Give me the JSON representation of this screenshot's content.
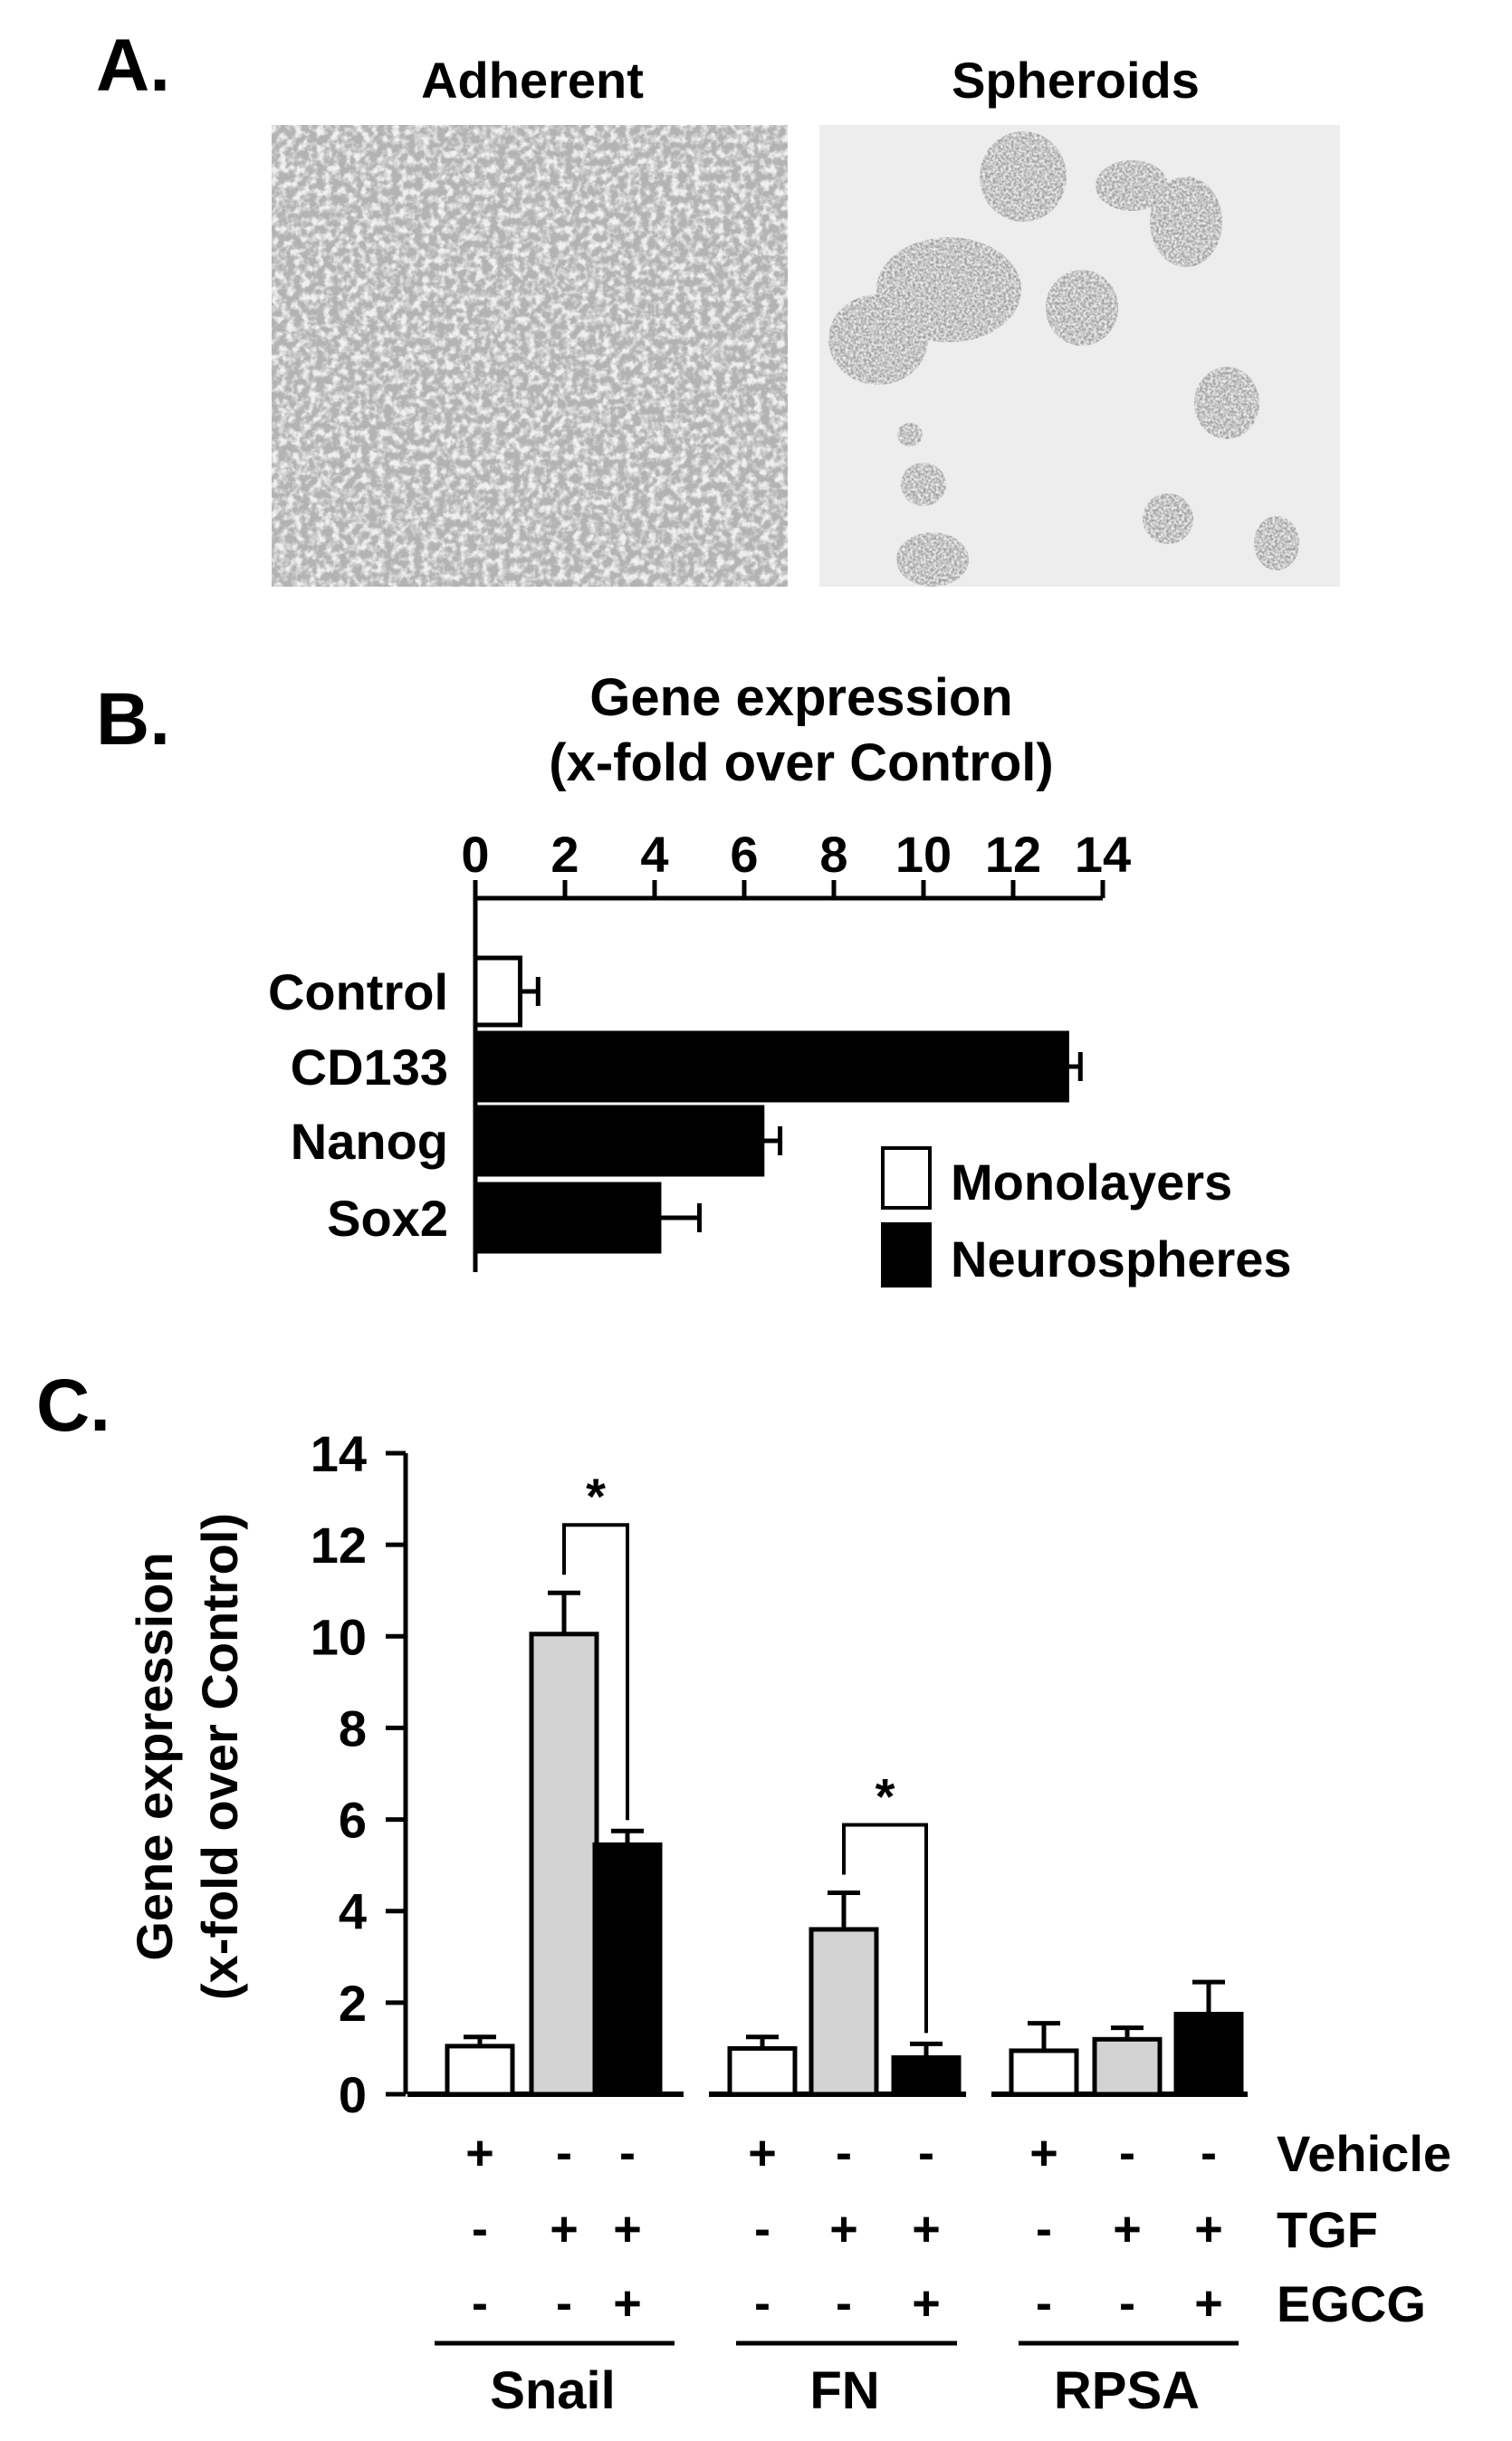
{
  "panels": {
    "a": {
      "label": "A.",
      "images": [
        {
          "title": "Adherent"
        },
        {
          "title": "Spheroids"
        }
      ]
    },
    "b": {
      "label": "B.",
      "legend": [
        {
          "name": "Monolayers",
          "color": "#ffffff"
        },
        {
          "name": "Neurospheres",
          "color": "#000000"
        }
      ]
    },
    "c": {
      "label": "C.",
      "row_labels": [
        "Vehicle",
        "TGF",
        "EGCG"
      ],
      "groups": [
        {
          "name": "Snail",
          "signs": [
            [
              "+",
              "-",
              "-"
            ],
            [
              "-",
              "+",
              "+"
            ],
            [
              "-",
              "-",
              "+"
            ]
          ]
        },
        {
          "name": "FN",
          "signs": [
            [
              "+",
              "-",
              "-"
            ],
            [
              "-",
              "+",
              "+"
            ],
            [
              "-",
              "-",
              "+"
            ]
          ]
        },
        {
          "name": "RPSA",
          "signs": [
            [
              "+",
              "-",
              "-"
            ],
            [
              "-",
              "+",
              "+"
            ],
            [
              "-",
              "-",
              "+"
            ]
          ]
        }
      ],
      "significance": [
        {
          "group": 0,
          "from": 1,
          "to": 2,
          "label": "*"
        },
        {
          "group": 1,
          "from": 1,
          "to": 2,
          "label": "*"
        }
      ]
    }
  },
  "chart_data": [
    {
      "type": "bar",
      "orientation": "horizontal",
      "title": "Gene expression\n(x-fold over Control)",
      "categories": [
        "Control",
        "CD133",
        "Nanog",
        "Sox2"
      ],
      "values": [
        1.0,
        13.2,
        6.4,
        4.1
      ],
      "errors": [
        0.4,
        0.3,
        0.4,
        0.9
      ],
      "colors": [
        "#ffffff",
        "#000000",
        "#000000",
        "#000000"
      ],
      "xlim": [
        0,
        14
      ],
      "xticks": [
        0,
        2,
        4,
        6,
        8,
        10,
        12,
        14
      ]
    },
    {
      "type": "bar",
      "ylabel": "Gene expression\n(x-fold over Control)",
      "categories": [
        "Snail",
        "FN",
        "RPSA"
      ],
      "series": [
        {
          "color": "#ffffff",
          "values": [
            1.05,
            1.0,
            0.95
          ],
          "errors": [
            0.2,
            0.25,
            0.6
          ]
        },
        {
          "color": "#d3d3d3",
          "values": [
            10.05,
            3.6,
            1.2
          ],
          "errors": [
            0.9,
            0.8,
            0.25
          ]
        },
        {
          "color": "#000000",
          "values": [
            5.45,
            0.8,
            1.75
          ],
          "errors": [
            0.3,
            0.3,
            0.7
          ]
        }
      ],
      "ylim": [
        0,
        14
      ],
      "yticks": [
        0,
        2,
        4,
        6,
        8,
        10,
        12,
        14
      ]
    }
  ]
}
